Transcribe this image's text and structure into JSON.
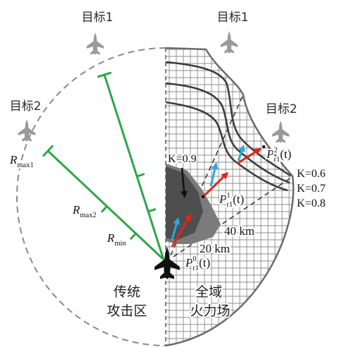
{
  "targets": {
    "target1_left": {
      "label": "目标1",
      "icon": "target-aircraft-icon"
    },
    "target1_center": {
      "label": "目标1",
      "icon": "target-aircraft-icon"
    },
    "target2_left": {
      "label": "目标2",
      "icon": "target-aircraft-icon"
    },
    "target2_right": {
      "label": "目标2",
      "icon": "target-aircraft-icon"
    }
  },
  "own_aircraft": {
    "icon": "fighter-jet-icon"
  },
  "zones": {
    "traditional": {
      "line1": "传统",
      "line2": "攻击区"
    },
    "full_domain": {
      "line1": "全域",
      "line2": "火力场"
    }
  },
  "ranges": {
    "rmax1": {
      "symbol": "R",
      "subscript": "max1"
    },
    "rmax2": {
      "symbol": "R",
      "subscript": "max2"
    },
    "rmin": {
      "symbol": "R",
      "subscript": "min"
    }
  },
  "trajectory_points": [
    {
      "symbol": "P",
      "superscript": "0",
      "subscript": "r1",
      "arg": "(t)"
    },
    {
      "symbol": "P",
      "superscript": "1",
      "subscript": "r1",
      "arg": "(t)"
    },
    {
      "symbol": "P",
      "superscript": "2",
      "subscript": "r1",
      "arg": "(t)"
    }
  ],
  "distances": {
    "d40": "40 km",
    "d20": "20 km"
  },
  "k_levels": {
    "k09": "K=0.9",
    "k06": "K=0.6",
    "k07": "K=0.7",
    "k08": "K=0.8"
  },
  "colors": {
    "green": "#2da64a",
    "red": "#e1251b",
    "blue": "#29a8e0",
    "black": "#111111",
    "zone_dark": "#4e4e4e",
    "zone_light": "#7b7b7b",
    "curve": "#3d3d3d",
    "grid": "#8c8c8c"
  }
}
